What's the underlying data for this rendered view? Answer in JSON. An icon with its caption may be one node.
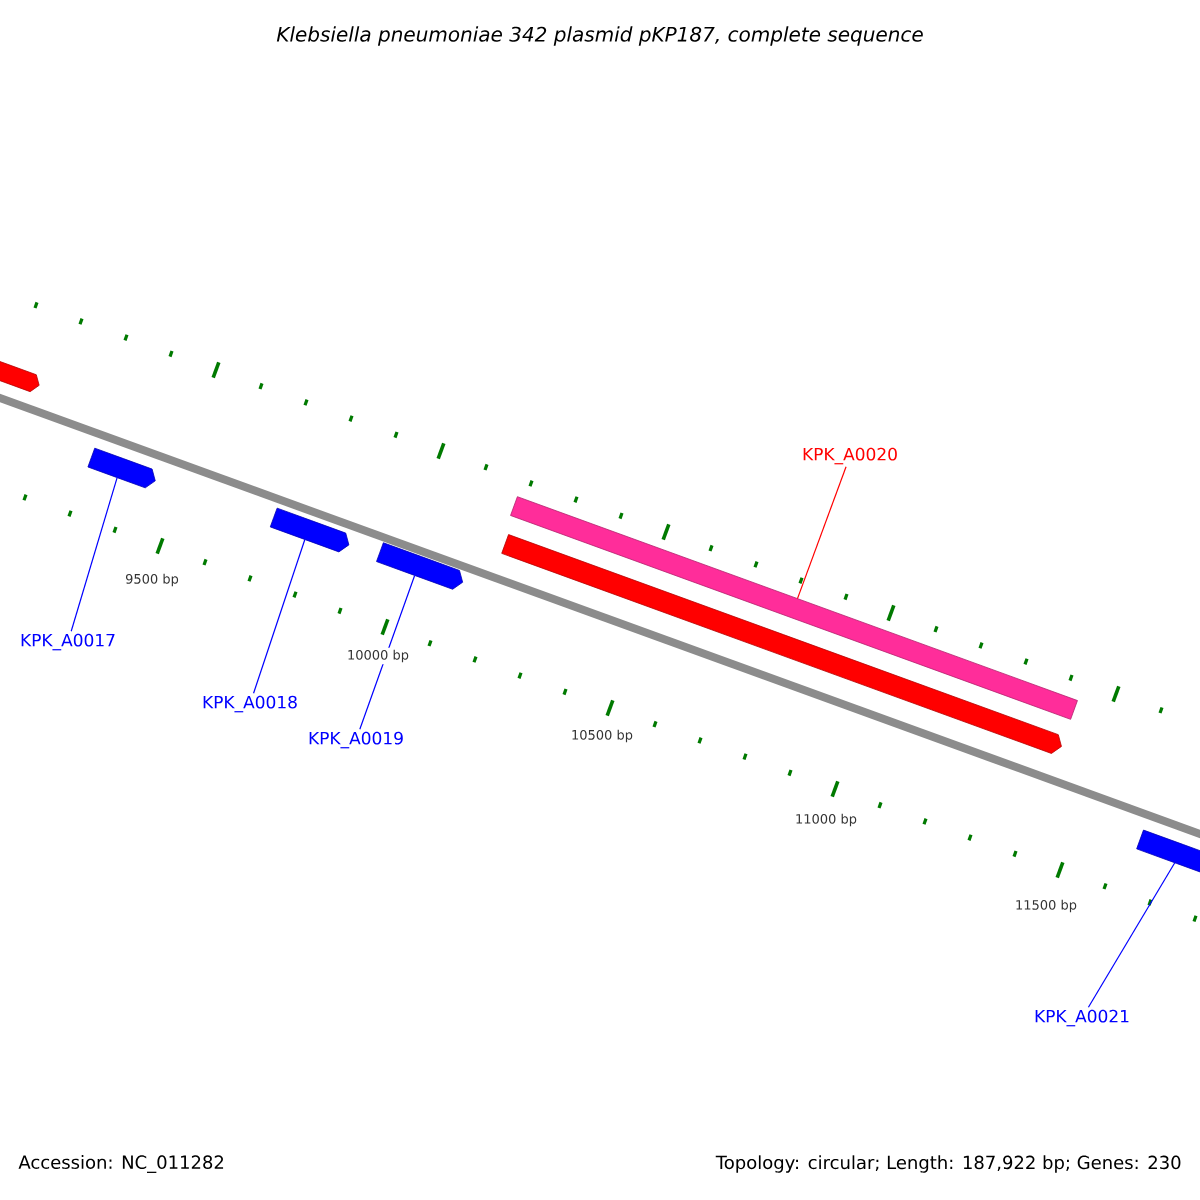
{
  "diagram": {
    "title": "Klebsiella pneumoniae 342 plasmid pKP187, complete sequence",
    "nodes": [
      {
        "text": [],
        "shape": "arrow"
      },
      {
        "text": [],
        "shape": "arrow"
      },
      {
        "text": [],
        "shape": "arrow"
      },
      {
        "text": [],
        "shape": "arrow"
      },
      {
        "text": [],
        "shape": "bar"
      },
      {
        "text": [],
        "shape": "arrow"
      },
      {
        "text": [],
        "shape": "arrow"
      },
      {
        "text": [
          "KPK_A0020"
        ]
      },
      {
        "text": [
          "KPK_A0017"
        ]
      },
      {
        "text": [
          "KPK_A0018"
        ]
      },
      {
        "text": [
          "KPK_A0019"
        ]
      },
      {
        "text": [
          "KPK_A0021"
        ]
      }
    ],
    "edges": [
      {
        "from": 7,
        "to": 4,
        "arrow": "none",
        "color": "#ff0000"
      },
      {
        "from": 8,
        "to": 1,
        "arrow": "none"
      },
      {
        "from": 9,
        "to": 2,
        "arrow": "none"
      },
      {
        "from": 10,
        "to": 3,
        "arrow": "none"
      },
      {
        "from": 11,
        "to": 6,
        "arrow": "none"
      }
    ],
    "labels": [
      "9500 bp",
      "10000 bp",
      "10500 bp",
      "11000 bp",
      "11500 bp",
      "Accession: NC_011282",
      "Topology: circular; Length: 187,922 bp; Genes: 230"
    ]
  }
}
